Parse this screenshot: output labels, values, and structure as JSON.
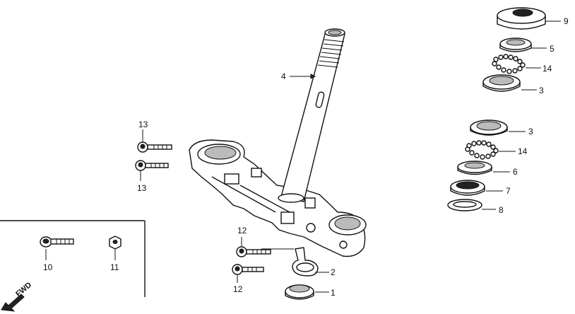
{
  "callouts": {
    "c1": "1",
    "c2": "2",
    "c3a": "3",
    "c3b": "3",
    "c4": "4",
    "c5": "5",
    "c6": "6",
    "c7": "7",
    "c8": "8",
    "c9": "9",
    "c10": "10",
    "c11": "11",
    "c12a": "12",
    "c12b": "12",
    "c13a": "13",
    "c13b": "13",
    "c14a": "14",
    "c14b": "14"
  },
  "direction": {
    "label": "FWD"
  }
}
